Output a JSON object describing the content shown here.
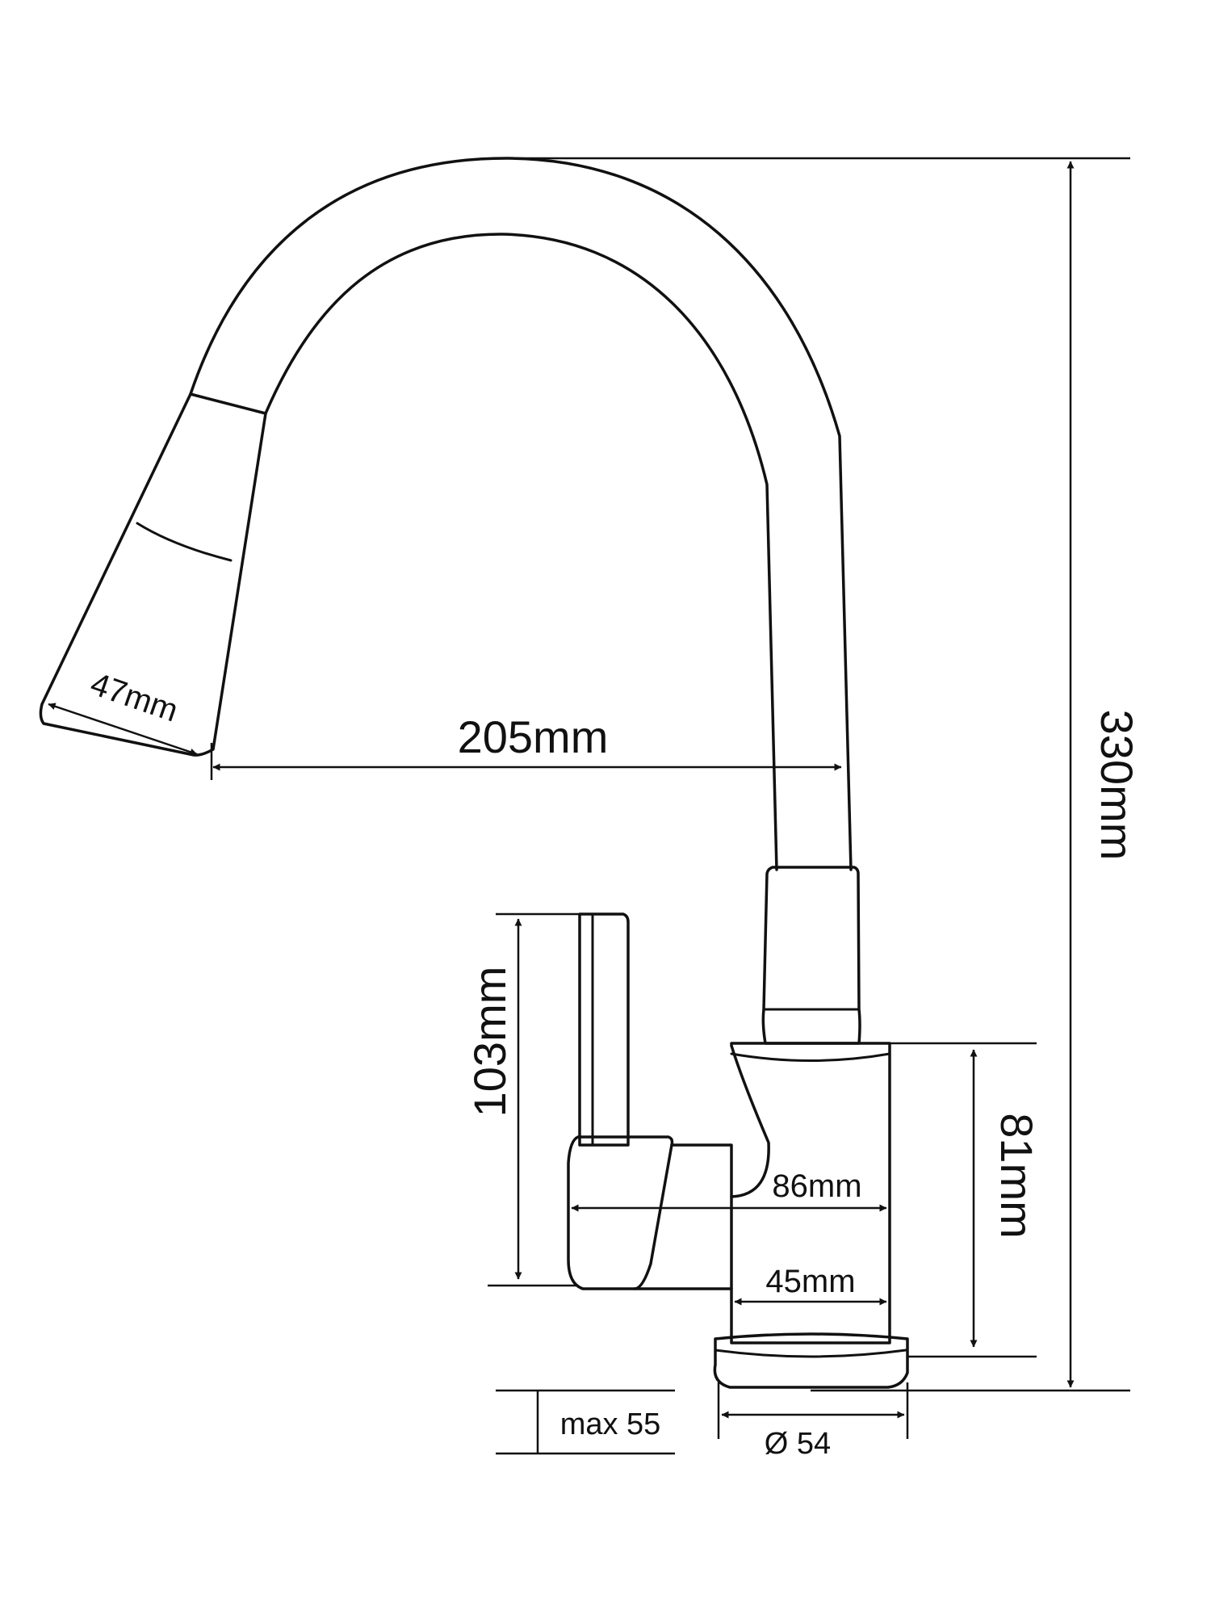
{
  "dimensions": {
    "height_total": "330mm",
    "reach": "205mm",
    "spray_head_diameter": "47mm",
    "handle_height": "103mm",
    "body_height": "81mm",
    "handle_projection": "86mm",
    "body_diameter": "45mm",
    "max_counter_thickness": "max 55",
    "base_diameter": "Ø 54"
  }
}
